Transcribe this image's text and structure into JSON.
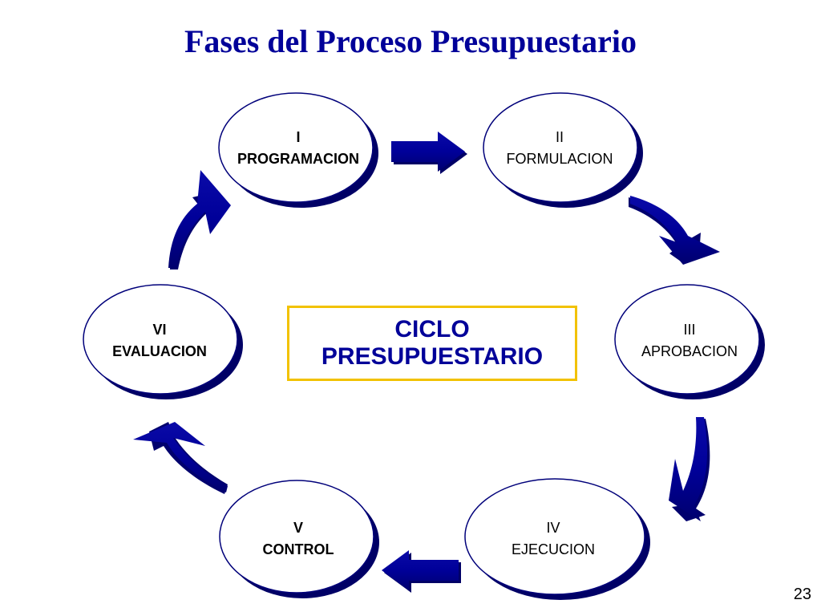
{
  "title": "Fases del Proceso Presupuestario",
  "center": {
    "line1": "CICLO",
    "line2": "PRESUPUESTARIO"
  },
  "page_number": "23",
  "phases": [
    {
      "numeral": "I",
      "label": "PROGRAMACION"
    },
    {
      "numeral": "II",
      "label": "FORMULACION"
    },
    {
      "numeral": "III",
      "label": "APROBACION"
    },
    {
      "numeral": "IV",
      "label": "EJECUCION"
    },
    {
      "numeral": "V",
      "label": "CONTROL"
    },
    {
      "numeral": "VI",
      "label": "EVALUACION"
    }
  ],
  "colors": {
    "title": "#000099",
    "arrow": "#000099",
    "ellipse_border": "#00007a",
    "ellipse_shadow": "#000066",
    "center_border": "#f2c200"
  }
}
